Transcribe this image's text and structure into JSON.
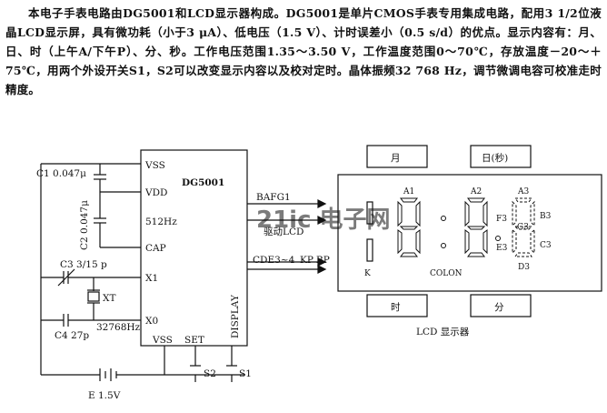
{
  "intro_text": "本电子手表电路由DG5001和LCD显示器构成。DG5001是单片CMOS手表专用集成电路，配用3 1/2位液晶LCD显示屏，具有微功耗（小于3 μA）、低电压（1.5 V）、计时误差小（0.5 s/d）的优点。显示内容有：月、日、时（上午A/下午P）、分、秒。工作电压范围1.35～3.50 V，工作温度范围0～70℃，存放温度－20～＋75℃，用两个外设开关S1，S2可以改变显示内容以及校对定时。晶体振频32 768 Hz，调节微调电容可校准走时精度。",
  "ic": {
    "name": "DG5001",
    "pins": {
      "vss_top": "VSS",
      "vdd": "VDD",
      "freq": "512Hz",
      "cap": "CAP",
      "x1": "X1",
      "x0": "X0",
      "vss_bottom": "VSS",
      "set": "SET",
      "display": "DISPLAY"
    }
  },
  "components": {
    "c1": "C1 0.047μ",
    "c2": "C2 0.047μ",
    "c3": "C3 3/15 p",
    "c4": "C4 27p",
    "xt": "XT",
    "xt_freq": "32768Hz",
    "battery": "E 1.5V",
    "s1": "S1",
    "s2": "S2"
  },
  "signals": {
    "bafg": "BAFG1",
    "drive": "驱动LCD",
    "cde": "CDE3~4",
    "kp": "KP",
    "bp": "BP"
  },
  "lcd": {
    "month": "月",
    "day": "日(秒)",
    "hour": "时",
    "minute": "分",
    "caption": "LCD 显示器",
    "colon": "COLON",
    "seg_a1": "A1",
    "seg_a2": "A2",
    "seg_a3": "A3",
    "seg_b3": "B3",
    "seg_c3": "C3",
    "seg_d3": "D3",
    "seg_e3": "E3",
    "seg_f3": "F3",
    "seg_g3": "G3",
    "k": "K"
  },
  "watermark": "21ic 电子网"
}
